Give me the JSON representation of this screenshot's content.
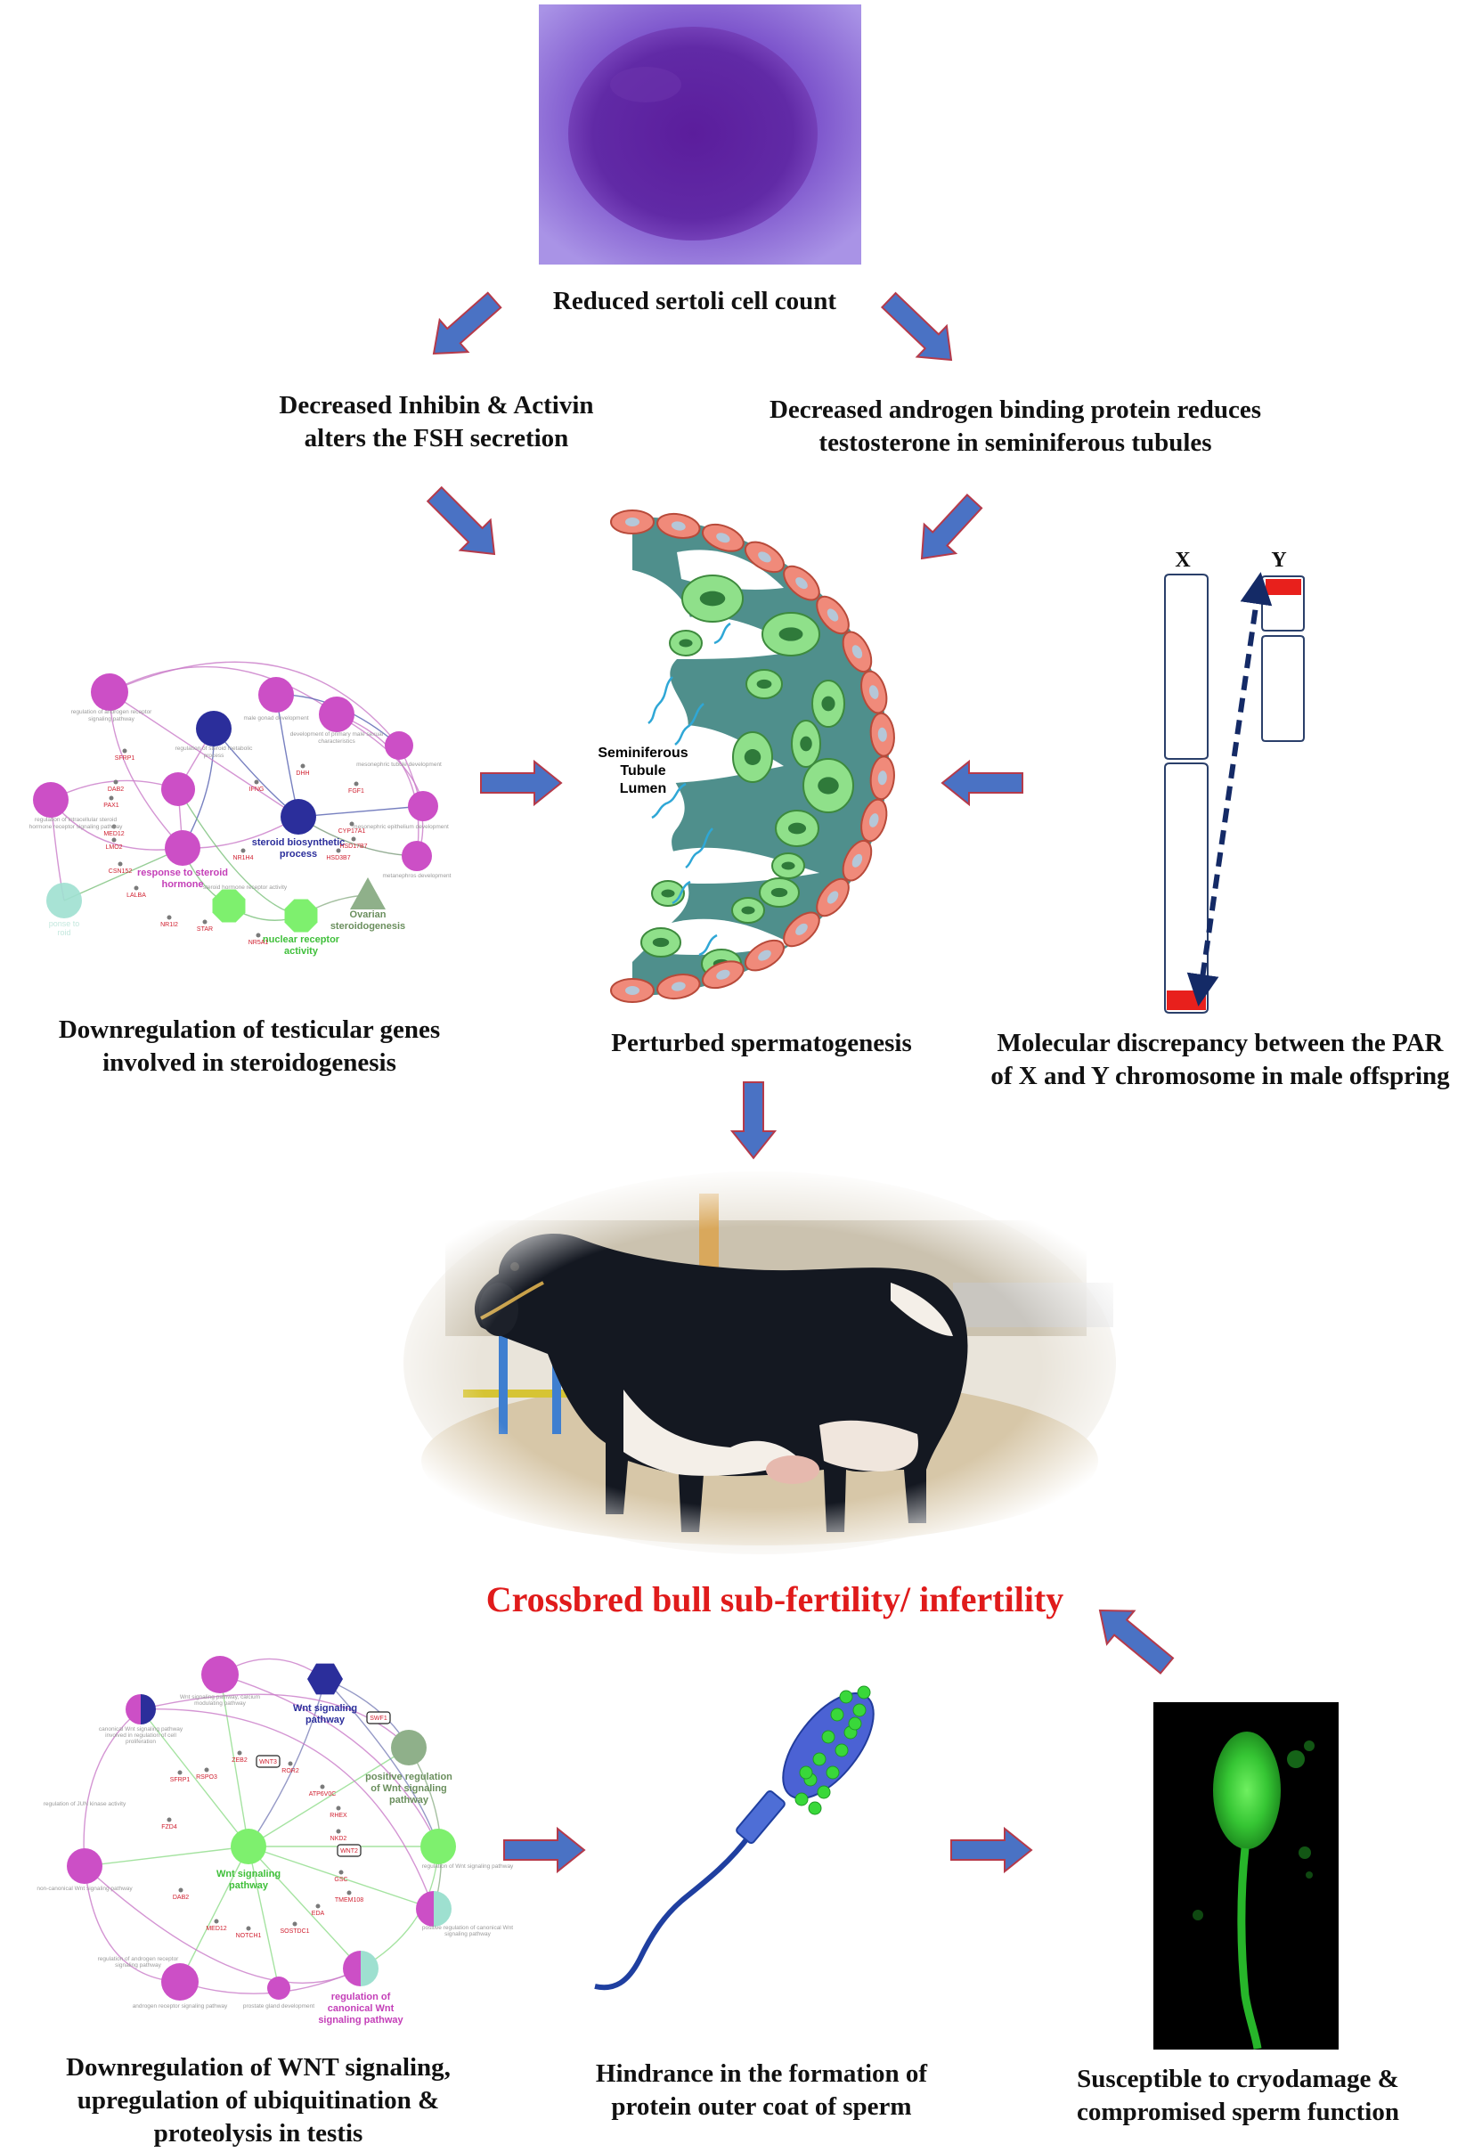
{
  "colors": {
    "arrow_fill": "#4a72c4",
    "arrow_stroke": "#b53a4a",
    "title_red": "#e01b1b",
    "tubule_teal": "#4f8f8c",
    "cell_green": "#8fe08a",
    "basement_red": "#f08a7a",
    "magenta_node": "#cc4fc6",
    "navy_node": "#2b2e9b",
    "green_node": "#7ef06e"
  },
  "captions": {
    "sertoli": "Reduced sertoli cell count",
    "inhibin_line1": "Decreased Inhibin & Activin",
    "inhibin_line2": "alters the FSH secretion",
    "abp_line1": "Decreased androgen binding protein reduces",
    "abp_line2": "testosterone in seminiferous tubules",
    "steroid_line1": "Downregulation of testicular genes",
    "steroid_line2": "involved in steroidogenesis",
    "spermatogenesis": "Perturbed spermatogenesis",
    "par_line1": "Molecular discrepancy between the PAR",
    "par_line2": "of X and Y chromosome in male offspring",
    "wnt_line1": "Downregulation of WNT signaling,",
    "wnt_line2": "upregulation of ubiquitination &",
    "wnt_line3": "proteolysis in testis",
    "coat_line1": "Hindrance in the formation of",
    "coat_line2": "protein outer coat of sperm",
    "cryo_line1": "Susceptible to cryodamage &",
    "cryo_line2": "compromised sperm function"
  },
  "main_title": "Crossbred bull sub-fertility/ infertility",
  "tubule": {
    "lumen_line1": "Seminiferous",
    "lumen_line2": "Tubule",
    "lumen_line3": "Lumen"
  },
  "chromosomes": {
    "x_label": "X",
    "y_label": "Y"
  },
  "network_top": {
    "hub1": "steroid biosynthetic",
    "hub1b": "process",
    "hub2": "response to steroid",
    "hub2b": "hormone",
    "hub3": "nuclear receptor",
    "hub3b": "activity",
    "hub4": "Ovarian",
    "hub4b": "steroidogenesis",
    "genes": [
      "SFRP1",
      "DAB2",
      "PAX1",
      "MED12",
      "LMO2",
      "CSN152",
      "LALBA",
      "NR1H4",
      "CYP17A1",
      "HSD17B7",
      "HSD3B7",
      "DHH",
      "IFNG",
      "FGF1",
      "NR1I2",
      "STAR",
      "NR5A1"
    ],
    "faded": [
      "regulation of androgen receptor",
      "signaling pathway",
      "male gonad development",
      "regulation of steroid metabolic",
      "process",
      "development of primary male sexual",
      "characteristics",
      "mesonephric tubule development",
      "regulation of intracellular steroid",
      "hormone receptor signaling pathway",
      "mesonephric epithelium development",
      "steroid hormone receptor activity",
      "metanephros development",
      "ponse to",
      "roid"
    ]
  },
  "network_bottom": {
    "hub1": "Wnt signaling",
    "hub1b": "pathway",
    "hub2": "positive regulation",
    "hub2b": "of Wnt signaling",
    "hub2c": "pathway",
    "hub3": "Wnt signaling",
    "hub3b": "pathway",
    "hub4": "regulation of",
    "hub4b": "canonical Wnt",
    "hub4c": "signaling pathway",
    "boxed": [
      "SWF1",
      "WNT3",
      "WNT2"
    ],
    "genes": [
      "SFRP1",
      "RSPO3",
      "ZEB2",
      "ROR2",
      "ATP6V0C",
      "RHEX",
      "NKD2",
      "GSC",
      "TMEM108",
      "EDA",
      "SOSTDC1",
      "NOTCH1",
      "MED12",
      "DAB2",
      "FZD4"
    ],
    "faded": [
      "Wnt signaling pathway, calcium",
      "modulating pathway",
      "canonical Wnt signaling pathway",
      "involved in regulation of cell",
      "proliferation",
      "regulation of JUN kinase activity",
      "non-canonical Wnt signaling pathway",
      "regulation of Wnt signaling pathway",
      "positive regulation of canonical Wnt",
      "signaling pathway",
      "regulation of androgen receptor",
      "signaling pathway",
      "androgen receptor signaling pathway",
      "prostate gland development"
    ]
  }
}
